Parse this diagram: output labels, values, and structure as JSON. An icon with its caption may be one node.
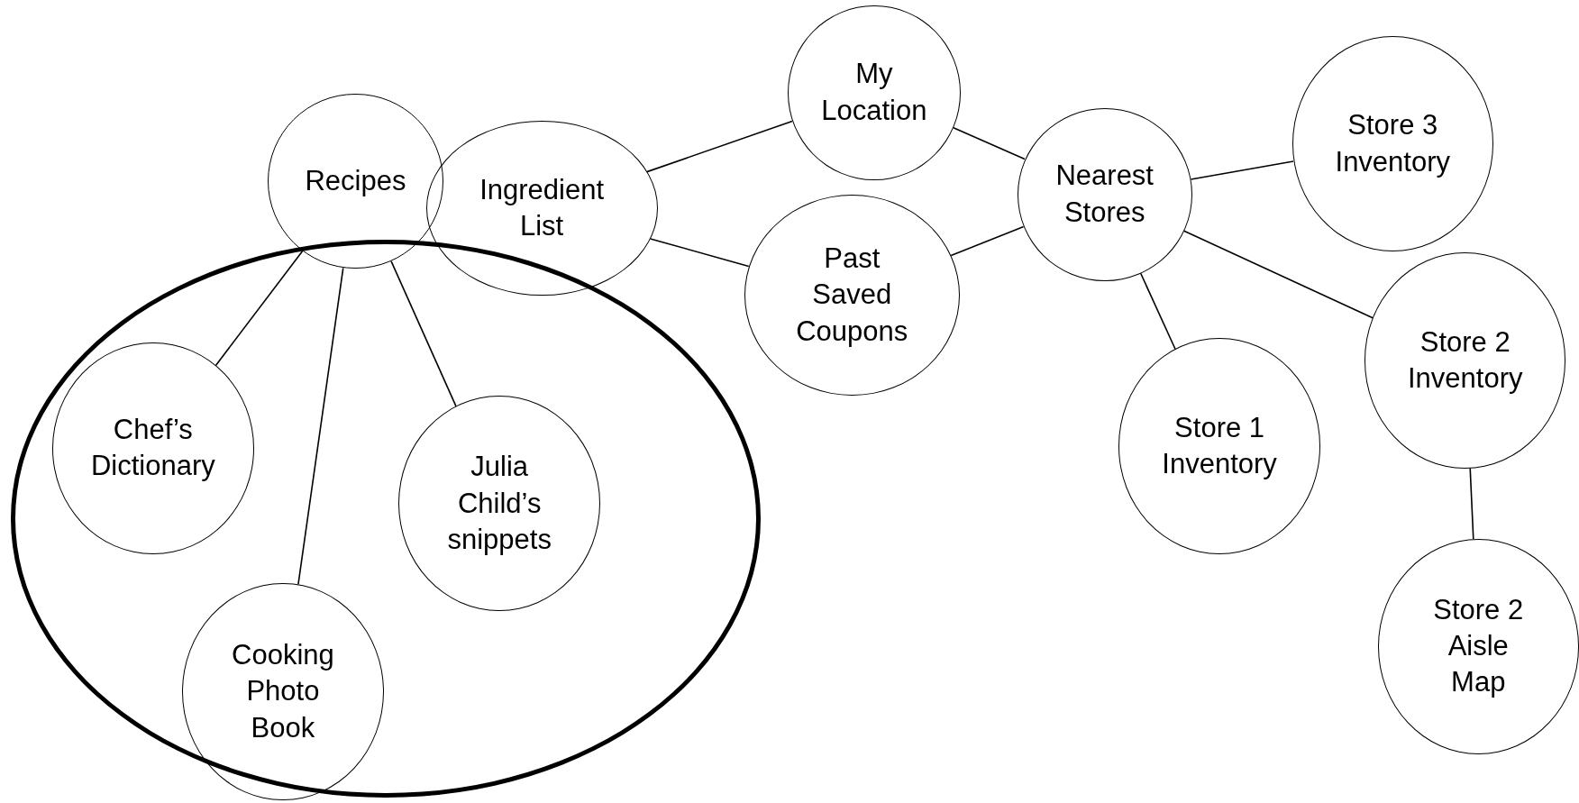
{
  "diagram": {
    "nodes": [
      {
        "text": [
          "My Location"
        ]
      },
      {
        "text": [
          "Recipes"
        ]
      },
      {
        "text": [
          "Ingredient List"
        ]
      },
      {
        "text": [
          "Nearest Stores"
        ]
      },
      {
        "text": [
          "Store 3 Inventory"
        ]
      },
      {
        "text": [
          "Past Saved Coupons"
        ]
      },
      {
        "text": [],
        "shape": "ellipse"
      },
      {
        "text": [
          "Chef’s Dictionary"
        ],
        "in": 6
      },
      {
        "text": [
          "Julia Child’s snippets"
        ],
        "in": 6
      },
      {
        "text": [
          "Store 1 Inventory"
        ]
      },
      {
        "text": [
          "Store 2 Inventory"
        ]
      },
      {
        "text": [
          "Cooking Photo Book"
        ],
        "in": 6
      },
      {
        "text": [
          "Store 2 Aisle Map"
        ]
      }
    ],
    "edges": [
      {
        "from": 2,
        "to": 0,
        "arrow": "none"
      },
      {
        "from": 0,
        "to": 3,
        "arrow": "none"
      },
      {
        "from": 2,
        "to": 5,
        "arrow": "none"
      },
      {
        "from": 5,
        "to": 3,
        "arrow": "none"
      },
      {
        "from": 3,
        "to": 4,
        "arrow": "none"
      },
      {
        "from": 3,
        "to": 9,
        "arrow": "none"
      },
      {
        "from": 3,
        "to": 10,
        "arrow": "none"
      },
      {
        "from": 10,
        "to": 12,
        "arrow": "none"
      },
      {
        "from": 1,
        "to": 7,
        "arrow": "none"
      },
      {
        "from": 1,
        "to": 11,
        "arrow": "none"
      },
      {
        "from": 1,
        "to": 8,
        "arrow": "none"
      }
    ]
  }
}
